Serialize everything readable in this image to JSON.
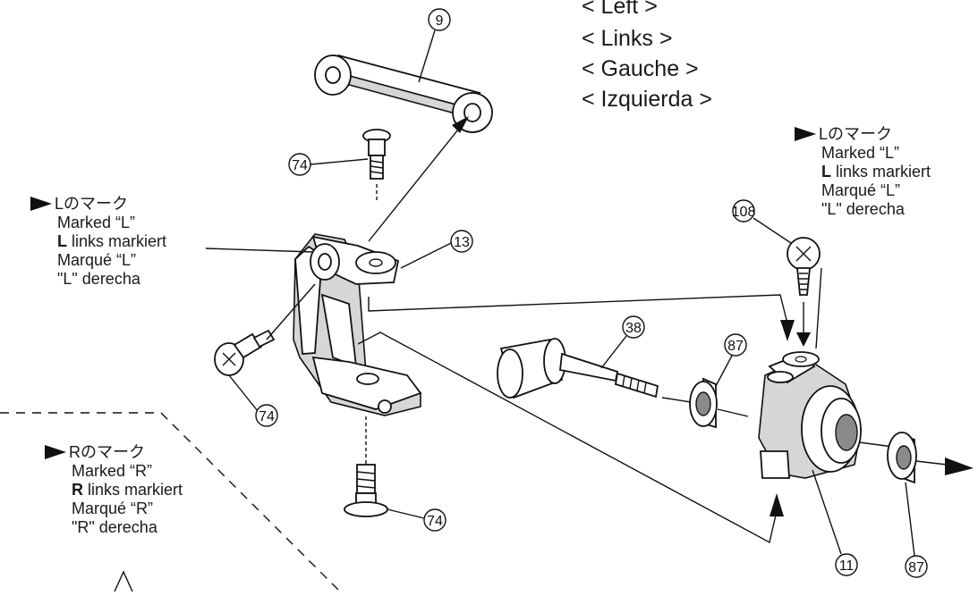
{
  "languages": [
    "< Left >",
    "< Links >",
    "< Gauche >",
    "< Izquierda >"
  ],
  "note_upper_right": {
    "mark": "Lのマーク",
    "lines": [
      "Marked “L”",
      "L links markiert",
      "Marqué “L”",
      "\"L\" derecha"
    ]
  },
  "note_left": {
    "mark": "Lのマーク",
    "lines": [
      "Marked “L”",
      "L links markiert",
      "Marqué “L”",
      "\"L\" derecha"
    ]
  },
  "note_lower_left": {
    "mark": "Rのマーク",
    "lines": [
      "Marked “R”",
      "R links markiert",
      "Marqué “R”",
      "\"R\" derecha"
    ]
  },
  "part_numbers": {
    "p9": "9",
    "p74a": "74",
    "p13": "13",
    "p74b": "74",
    "p74c": "74",
    "p108": "108",
    "p38": "38",
    "p87a": "87",
    "p11": "11",
    "p87b": "87"
  }
}
